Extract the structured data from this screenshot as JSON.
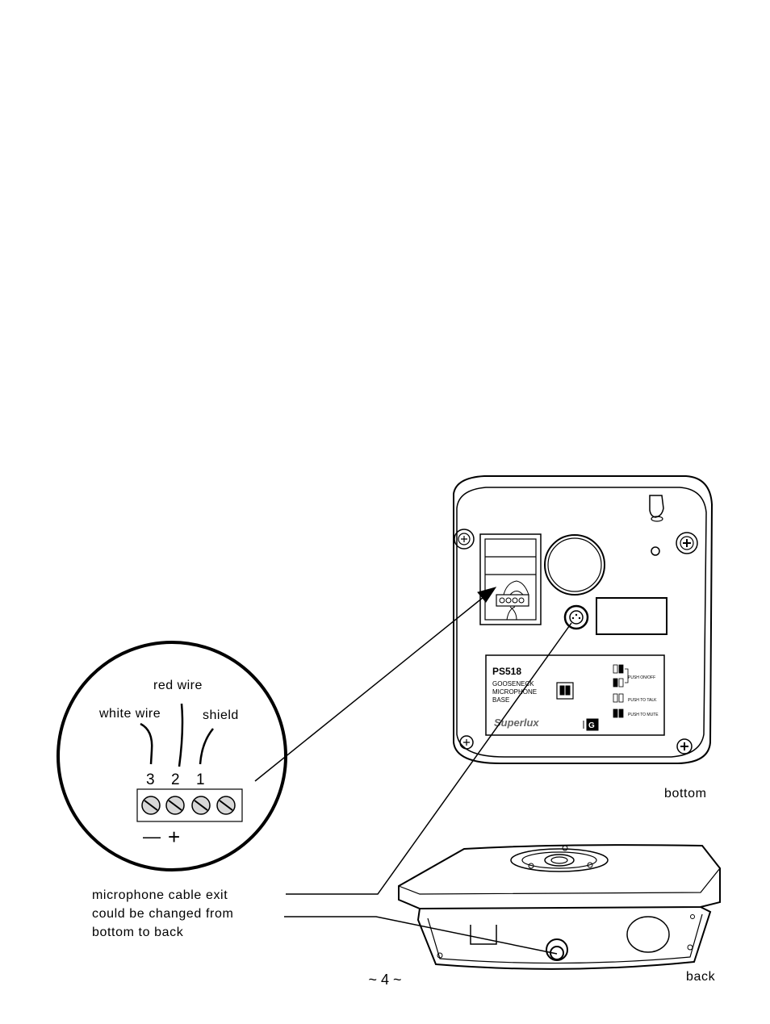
{
  "wiring": {
    "red_wire": "red wire",
    "white_wire": "white wire",
    "shield": "shield",
    "terminals": [
      "3",
      "2",
      "1"
    ],
    "minus": "—",
    "plus": "+"
  },
  "device_label": {
    "model": "PS518",
    "line1": "GOOSENECK",
    "line2": "MICROPHONE",
    "line3": "BASE",
    "brand": "Superlux",
    "push_on_off": "PUSH ON/OFF",
    "push_to_talk": "PUSH TO TALK",
    "push_to_mute": "PUSH TO MUTE"
  },
  "views": {
    "bottom": "bottom",
    "back": "back"
  },
  "caption": {
    "line1": "microphone  cable  exit",
    "line2": "could be changed from",
    "line3": "bottom to back"
  },
  "page_number": "~ 4 ~"
}
